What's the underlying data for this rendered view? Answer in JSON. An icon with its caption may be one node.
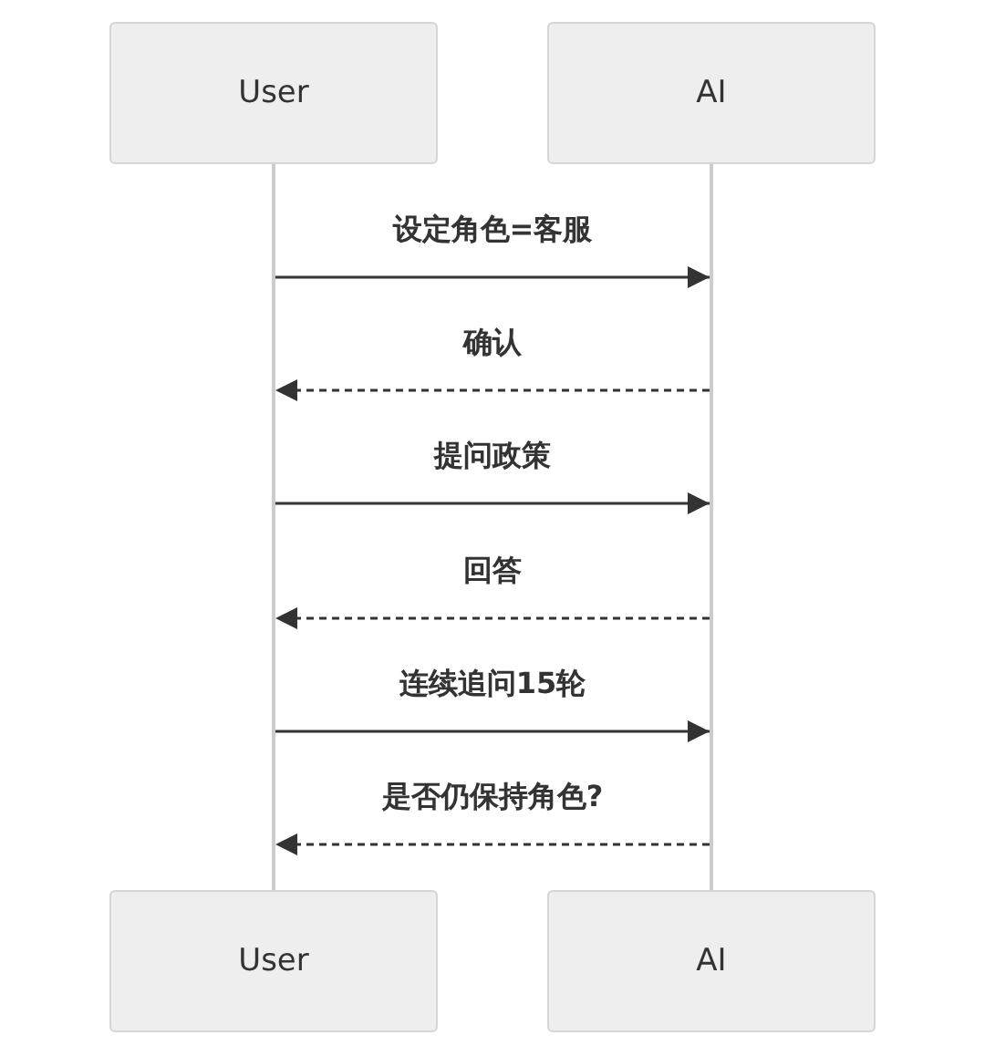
{
  "diagram": {
    "nodes": [
      {
        "text": [
          "User"
        ]
      },
      {
        "text": [
          "AI"
        ]
      },
      {
        "text": [],
        "shape": "line"
      },
      {
        "text": [],
        "shape": "line"
      },
      {
        "text": [
          "User"
        ]
      },
      {
        "text": [
          "AI"
        ]
      }
    ],
    "edges": [
      {
        "from": 2,
        "to": 3,
        "arrow": "to",
        "label": "设定角色=客服"
      },
      {
        "from": 3,
        "to": 2,
        "arrow": "to",
        "label": "确认",
        "style": "dashed"
      },
      {
        "from": 2,
        "to": 3,
        "arrow": "to",
        "label": "提问政策"
      },
      {
        "from": 3,
        "to": 2,
        "arrow": "to",
        "label": "回答",
        "style": "dashed"
      },
      {
        "from": 2,
        "to": 3,
        "arrow": "to",
        "label": "连续追问15轮"
      },
      {
        "from": 3,
        "to": 2,
        "arrow": "to",
        "label": "是否仍保持角色?",
        "style": "dashed"
      }
    ]
  }
}
